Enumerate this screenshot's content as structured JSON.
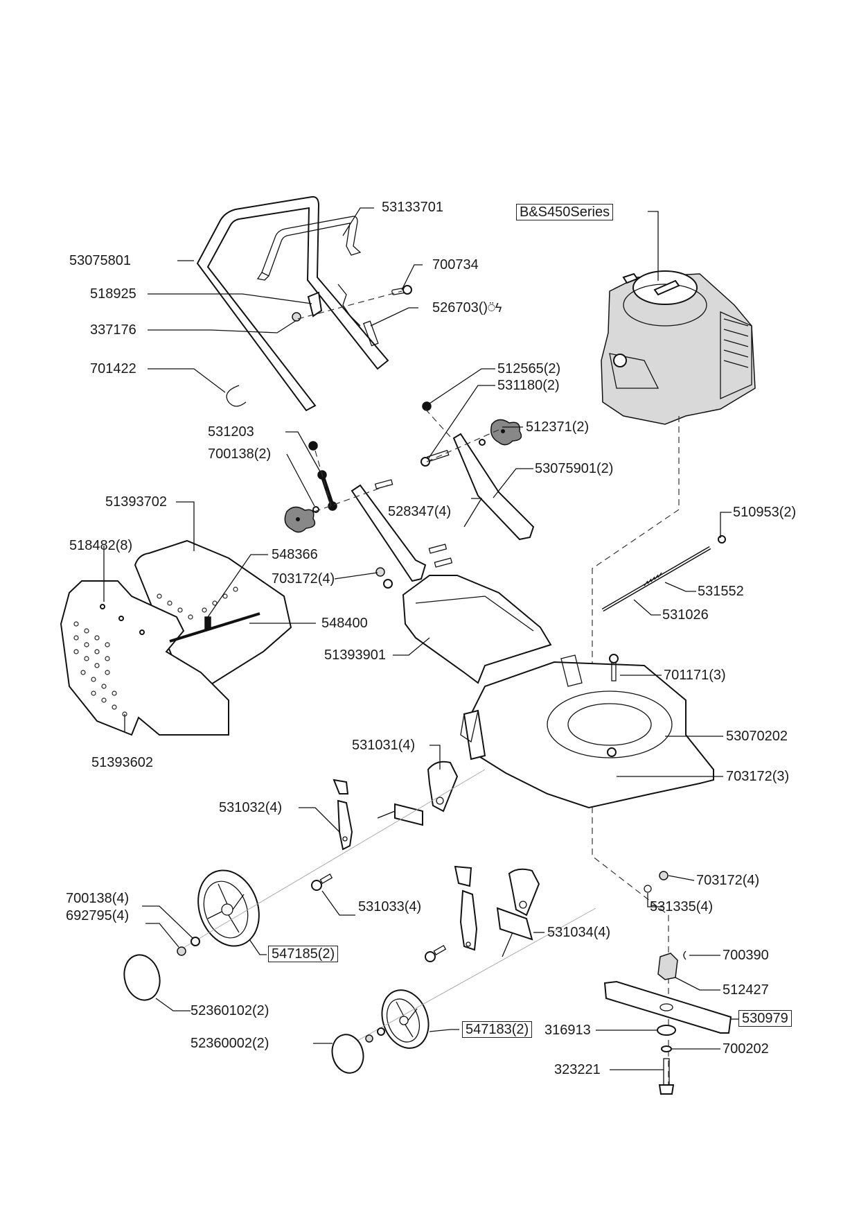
{
  "diagram": {
    "type": "exploded-parts-diagram",
    "subject": "lawn mower",
    "engine_label": "B&S450Series",
    "labels": {
      "handle_upper": "53133701",
      "handle_lower_frame": "53075801",
      "bolt_700734": "700734",
      "bracket_518925": "518925",
      "cable_526703": "526703()",
      "cable_symbols": "⍥ϟ",
      "nut_337176": "337176",
      "clip_701422": "701422",
      "plug_512565": "512565(2)",
      "bolt_531180": "531180(2)",
      "knob_512371": "512371(2)",
      "link_531203": "531203",
      "washer_700138_2": "700138(2)",
      "handle_lower_53075901": "53075901(2)",
      "screw_528347": "528347(4)",
      "grassbag_frame": "51393702",
      "rivet_518482": "518482(8)",
      "clip_548366": "548366",
      "nut_703172_4a": "703172(4)",
      "rod_548400": "548400",
      "flap_51393901": "51393901",
      "grassbag_51393602": "51393602",
      "washer_510953": "510953(2)",
      "spring_531552": "531552",
      "rod_531026": "531026",
      "bolt_701171": "701171(3)",
      "deck_53070202": "53070202",
      "nut_703172_3": "703172(3)",
      "lever_531031": "531031(4)",
      "plate_531032": "531032(4)",
      "bolt_531033": "531033(4)",
      "axle_531034": "531034(4)",
      "nut_703172_4b": "703172(4)",
      "washer_531335": "531335(4)",
      "washer_700138_4": "700138(4)",
      "nut_692795": "692795(4)",
      "wheel_547185": "547185(2)",
      "cap_52360102": "52360102(2)",
      "wheel_547183": "547183(2)",
      "cap_52360002": "52360002(2)",
      "key_700390": "700390",
      "adapter_512427": "512427",
      "blade_530979": "530979",
      "washer_316913": "316913",
      "washer_700202": "700202",
      "bolt_323221": "323221"
    }
  }
}
